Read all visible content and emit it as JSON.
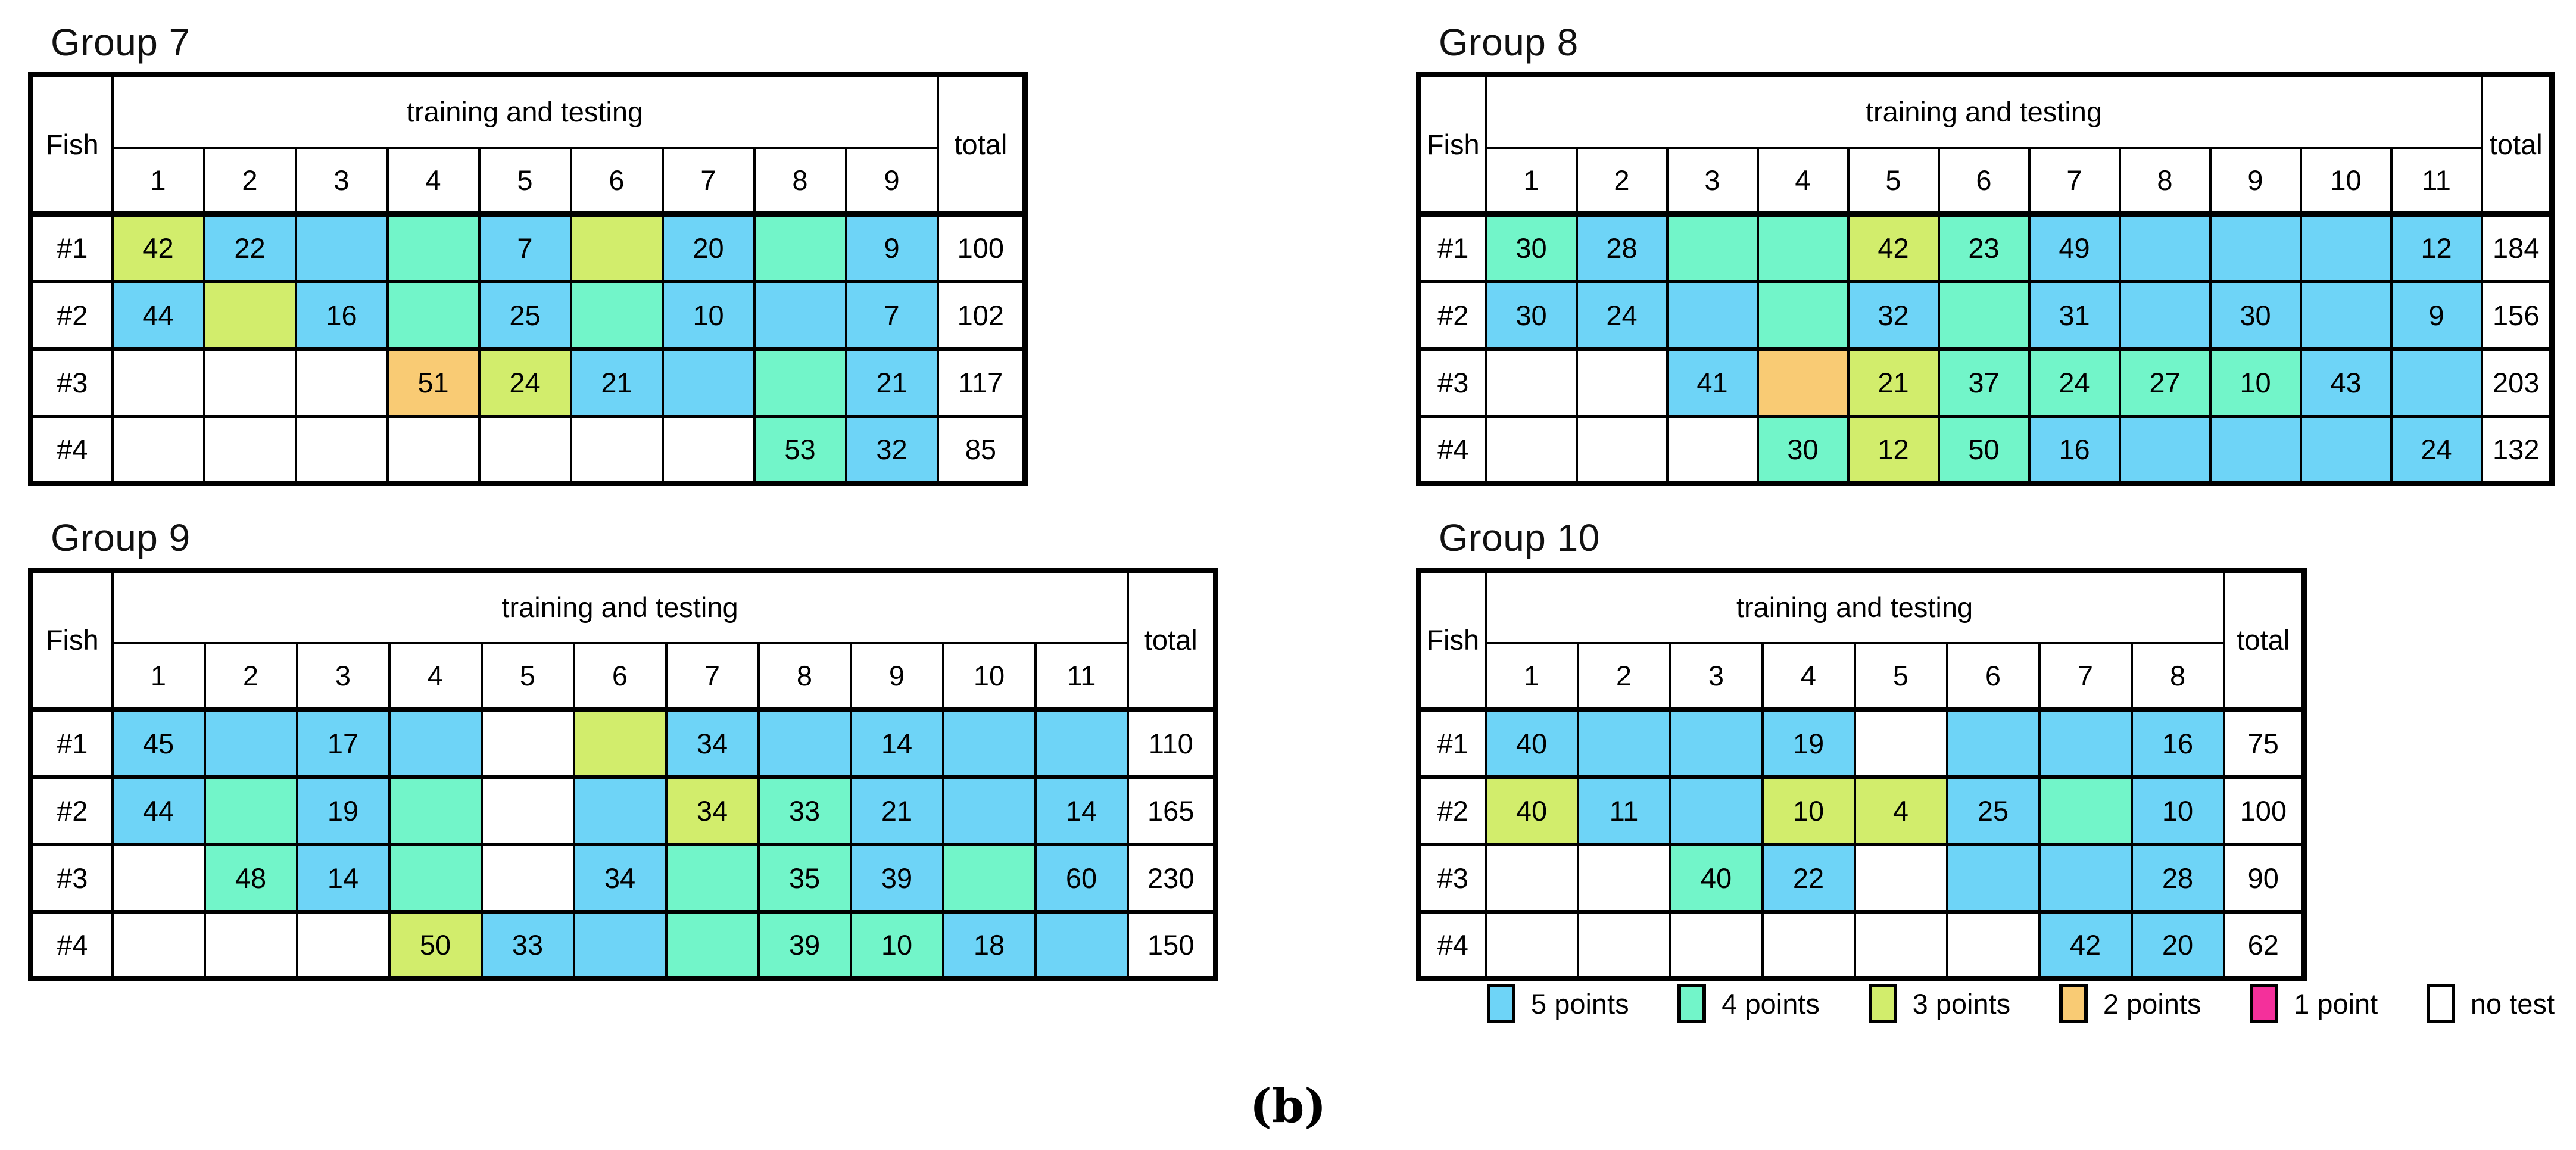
{
  "figure": {
    "caption": "(b)"
  },
  "colors": {
    "p5": "#6ED4F7",
    "p4": "#72F5C9",
    "p3": "#D2ED6C",
    "p2": "#F9CB74",
    "p1": "#F4309B",
    "none": "#FFFFFF"
  },
  "table_header": {
    "fish": "Fish",
    "training": "training and testing",
    "total": "total"
  },
  "legend": {
    "items": [
      {
        "label": "5 points",
        "color": "p5"
      },
      {
        "label": "4 points",
        "color": "p4"
      },
      {
        "label": "3 points",
        "color": "p3"
      },
      {
        "label": "2 points",
        "color": "p2"
      },
      {
        "label": "1 point",
        "color": "p1"
      },
      {
        "label": "no test",
        "color": "none"
      }
    ]
  },
  "groups": [
    {
      "title": "Group 7",
      "columns": [
        "1",
        "2",
        "3",
        "4",
        "5",
        "6",
        "7",
        "8",
        "9"
      ],
      "rows": [
        {
          "fish": "#1",
          "total": "100",
          "cells": [
            {
              "v": "42",
              "c": "p3"
            },
            {
              "v": "22",
              "c": "p5"
            },
            {
              "v": "",
              "c": "p5"
            },
            {
              "v": "",
              "c": "p4"
            },
            {
              "v": "7",
              "c": "p5"
            },
            {
              "v": "",
              "c": "p3"
            },
            {
              "v": "20",
              "c": "p5"
            },
            {
              "v": "",
              "c": "p4"
            },
            {
              "v": "9",
              "c": "p5"
            }
          ]
        },
        {
          "fish": "#2",
          "total": "102",
          "cells": [
            {
              "v": "44",
              "c": "p5"
            },
            {
              "v": "",
              "c": "p3"
            },
            {
              "v": "16",
              "c": "p5"
            },
            {
              "v": "",
              "c": "p4"
            },
            {
              "v": "25",
              "c": "p5"
            },
            {
              "v": "",
              "c": "p4"
            },
            {
              "v": "10",
              "c": "p5"
            },
            {
              "v": "",
              "c": "p5"
            },
            {
              "v": "7",
              "c": "p5"
            }
          ]
        },
        {
          "fish": "#3",
          "total": "117",
          "cells": [
            {
              "v": "",
              "c": "none"
            },
            {
              "v": "",
              "c": "none"
            },
            {
              "v": "",
              "c": "none"
            },
            {
              "v": "51",
              "c": "p2"
            },
            {
              "v": "24",
              "c": "p3"
            },
            {
              "v": "21",
              "c": "p5"
            },
            {
              "v": "",
              "c": "p5"
            },
            {
              "v": "",
              "c": "p4"
            },
            {
              "v": "21",
              "c": "p5"
            }
          ]
        },
        {
          "fish": "#4",
          "total": "85",
          "cells": [
            {
              "v": "",
              "c": "none"
            },
            {
              "v": "",
              "c": "none"
            },
            {
              "v": "",
              "c": "none"
            },
            {
              "v": "",
              "c": "none"
            },
            {
              "v": "",
              "c": "none"
            },
            {
              "v": "",
              "c": "none"
            },
            {
              "v": "",
              "c": "none"
            },
            {
              "v": "53",
              "c": "p4"
            },
            {
              "v": "32",
              "c": "p5"
            }
          ]
        }
      ]
    },
    {
      "title": "Group 8",
      "columns": [
        "1",
        "2",
        "3",
        "4",
        "5",
        "6",
        "7",
        "8",
        "9",
        "10",
        "11"
      ],
      "rows": [
        {
          "fish": "#1",
          "total": "184",
          "cells": [
            {
              "v": "30",
              "c": "p4"
            },
            {
              "v": "28",
              "c": "p5"
            },
            {
              "v": "",
              "c": "p4"
            },
            {
              "v": "",
              "c": "p4"
            },
            {
              "v": "42",
              "c": "p3"
            },
            {
              "v": "23",
              "c": "p4"
            },
            {
              "v": "49",
              "c": "p5"
            },
            {
              "v": "",
              "c": "p5"
            },
            {
              "v": "",
              "c": "p5"
            },
            {
              "v": "",
              "c": "p5"
            },
            {
              "v": "12",
              "c": "p5"
            }
          ]
        },
        {
          "fish": "#2",
          "total": "156",
          "cells": [
            {
              "v": "30",
              "c": "p5"
            },
            {
              "v": "24",
              "c": "p5"
            },
            {
              "v": "",
              "c": "p5"
            },
            {
              "v": "",
              "c": "p4"
            },
            {
              "v": "32",
              "c": "p5"
            },
            {
              "v": "",
              "c": "p4"
            },
            {
              "v": "31",
              "c": "p5"
            },
            {
              "v": "",
              "c": "p5"
            },
            {
              "v": "30",
              "c": "p5"
            },
            {
              "v": "",
              "c": "p5"
            },
            {
              "v": "9",
              "c": "p5"
            }
          ]
        },
        {
          "fish": "#3",
          "total": "203",
          "cells": [
            {
              "v": "",
              "c": "none"
            },
            {
              "v": "",
              "c": "none"
            },
            {
              "v": "41",
              "c": "p5"
            },
            {
              "v": "",
              "c": "p2"
            },
            {
              "v": "21",
              "c": "p3"
            },
            {
              "v": "37",
              "c": "p4"
            },
            {
              "v": "24",
              "c": "p4"
            },
            {
              "v": "27",
              "c": "p4"
            },
            {
              "v": "10",
              "c": "p4"
            },
            {
              "v": "43",
              "c": "p5"
            },
            {
              "v": "",
              "c": "p5"
            }
          ]
        },
        {
          "fish": "#4",
          "total": "132",
          "cells": [
            {
              "v": "",
              "c": "none"
            },
            {
              "v": "",
              "c": "none"
            },
            {
              "v": "",
              "c": "none"
            },
            {
              "v": "30",
              "c": "p4"
            },
            {
              "v": "12",
              "c": "p3"
            },
            {
              "v": "50",
              "c": "p4"
            },
            {
              "v": "16",
              "c": "p5"
            },
            {
              "v": "",
              "c": "p5"
            },
            {
              "v": "",
              "c": "p5"
            },
            {
              "v": "",
              "c": "p5"
            },
            {
              "v": "24",
              "c": "p5"
            }
          ]
        }
      ]
    },
    {
      "title": "Group 9",
      "columns": [
        "1",
        "2",
        "3",
        "4",
        "5",
        "6",
        "7",
        "8",
        "9",
        "10",
        "11"
      ],
      "rows": [
        {
          "fish": "#1",
          "total": "110",
          "cells": [
            {
              "v": "45",
              "c": "p5"
            },
            {
              "v": "",
              "c": "p5"
            },
            {
              "v": "17",
              "c": "p5"
            },
            {
              "v": "",
              "c": "p5"
            },
            {
              "v": "",
              "c": "none"
            },
            {
              "v": "",
              "c": "p3"
            },
            {
              "v": "34",
              "c": "p5"
            },
            {
              "v": "",
              "c": "p5"
            },
            {
              "v": "14",
              "c": "p5"
            },
            {
              "v": "",
              "c": "p5"
            },
            {
              "v": "",
              "c": "p5"
            }
          ]
        },
        {
          "fish": "#2",
          "total": "165",
          "cells": [
            {
              "v": "44",
              "c": "p5"
            },
            {
              "v": "",
              "c": "p4"
            },
            {
              "v": "19",
              "c": "p5"
            },
            {
              "v": "",
              "c": "p4"
            },
            {
              "v": "",
              "c": "none"
            },
            {
              "v": "",
              "c": "p5"
            },
            {
              "v": "34",
              "c": "p3"
            },
            {
              "v": "33",
              "c": "p4"
            },
            {
              "v": "21",
              "c": "p5"
            },
            {
              "v": "",
              "c": "p5"
            },
            {
              "v": "14",
              "c": "p5"
            }
          ]
        },
        {
          "fish": "#3",
          "total": "230",
          "cells": [
            {
              "v": "",
              "c": "none"
            },
            {
              "v": "48",
              "c": "p4"
            },
            {
              "v": "14",
              "c": "p5"
            },
            {
              "v": "",
              "c": "p4"
            },
            {
              "v": "",
              "c": "none"
            },
            {
              "v": "34",
              "c": "p5"
            },
            {
              "v": "",
              "c": "p4"
            },
            {
              "v": "35",
              "c": "p4"
            },
            {
              "v": "39",
              "c": "p5"
            },
            {
              "v": "",
              "c": "p4"
            },
            {
              "v": "60",
              "c": "p5"
            }
          ]
        },
        {
          "fish": "#4",
          "total": "150",
          "cells": [
            {
              "v": "",
              "c": "none"
            },
            {
              "v": "",
              "c": "none"
            },
            {
              "v": "",
              "c": "none"
            },
            {
              "v": "50",
              "c": "p3"
            },
            {
              "v": "33",
              "c": "p5"
            },
            {
              "v": "",
              "c": "p5"
            },
            {
              "v": "",
              "c": "p4"
            },
            {
              "v": "39",
              "c": "p4"
            },
            {
              "v": "10",
              "c": "p4"
            },
            {
              "v": "18",
              "c": "p5"
            },
            {
              "v": "",
              "c": "p5"
            }
          ]
        }
      ]
    },
    {
      "title": "Group 10",
      "columns": [
        "1",
        "2",
        "3",
        "4",
        "5",
        "6",
        "7",
        "8"
      ],
      "rows": [
        {
          "fish": "#1",
          "total": "75",
          "cells": [
            {
              "v": "40",
              "c": "p5"
            },
            {
              "v": "",
              "c": "p5"
            },
            {
              "v": "",
              "c": "p5"
            },
            {
              "v": "19",
              "c": "p5"
            },
            {
              "v": "",
              "c": "none"
            },
            {
              "v": "",
              "c": "p5"
            },
            {
              "v": "",
              "c": "p5"
            },
            {
              "v": "16",
              "c": "p5"
            }
          ]
        },
        {
          "fish": "#2",
          "total": "100",
          "cells": [
            {
              "v": "40",
              "c": "p3"
            },
            {
              "v": "11",
              "c": "p5"
            },
            {
              "v": "",
              "c": "p5"
            },
            {
              "v": "10",
              "c": "p3"
            },
            {
              "v": "4",
              "c": "p3"
            },
            {
              "v": "25",
              "c": "p5"
            },
            {
              "v": "",
              "c": "p4"
            },
            {
              "v": "10",
              "c": "p5"
            }
          ]
        },
        {
          "fish": "#3",
          "total": "90",
          "cells": [
            {
              "v": "",
              "c": "none"
            },
            {
              "v": "",
              "c": "none"
            },
            {
              "v": "40",
              "c": "p4"
            },
            {
              "v": "22",
              "c": "p5"
            },
            {
              "v": "",
              "c": "none"
            },
            {
              "v": "",
              "c": "p5"
            },
            {
              "v": "",
              "c": "p5"
            },
            {
              "v": "28",
              "c": "p5"
            }
          ]
        },
        {
          "fish": "#4",
          "total": "62",
          "cells": [
            {
              "v": "",
              "c": "none"
            },
            {
              "v": "",
              "c": "none"
            },
            {
              "v": "",
              "c": "none"
            },
            {
              "v": "",
              "c": "none"
            },
            {
              "v": "",
              "c": "none"
            },
            {
              "v": "",
              "c": "none"
            },
            {
              "v": "42",
              "c": "p5"
            },
            {
              "v": "20",
              "c": "p5"
            }
          ]
        }
      ]
    }
  ]
}
